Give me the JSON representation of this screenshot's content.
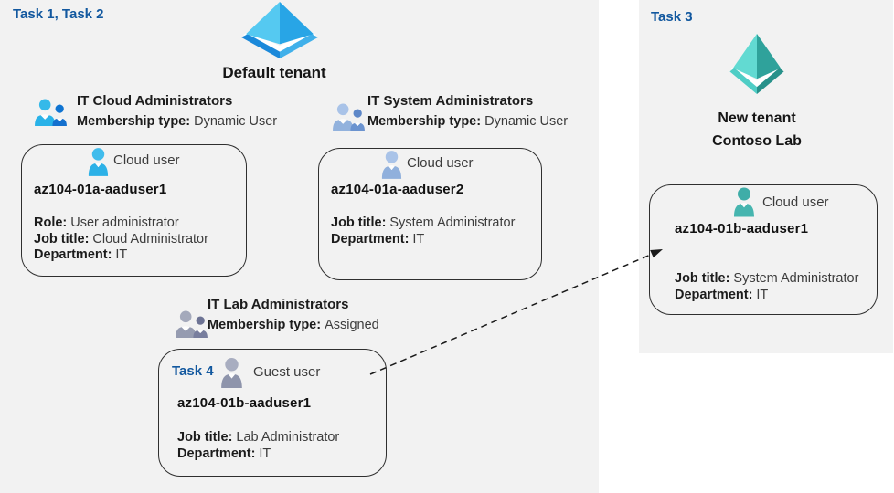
{
  "colors": {
    "panel_bg": "#f2f2f2",
    "task_label_blue": "#12589f",
    "text_dark": "#1c1c1c",
    "text_body": "#3c3c3c",
    "azure_tenant_icon_blue": [
      "#55c9f1",
      "#28a5e6",
      "#1b89da",
      "#40b0ea"
    ],
    "azure_tenant_icon_teal": [
      "#62dad2",
      "#2fa29b",
      "#4fcdc5",
      "#27918a"
    ],
    "cloud_user_blue": "#2cb1e7",
    "cloud_user_steel": "#90b0dc",
    "guest_user_gray": "#8e94ab",
    "cloud_user_teal": "#46b5af"
  },
  "icons": {
    "default_tenant": "azure-tenant-diamond-icon",
    "new_tenant": "azure-tenant-diamond-icon",
    "group": "two-users-group-icon",
    "user": "person-icon"
  },
  "connector": {
    "style": "dashed-arrow",
    "from": "guest-user-card",
    "to": "new-tenant-cloud-user-card"
  },
  "left_panel": {
    "task_label": "Task 1, Task 2",
    "tenant_name": "Default tenant",
    "groups": [
      {
        "name": "IT Cloud Administrators",
        "membership_label": "Membership type:",
        "membership_value": "Dynamic User"
      },
      {
        "name": "IT System Administrators",
        "membership_label": "Membership type:",
        "membership_value": "Dynamic User"
      },
      {
        "name": "IT Lab Administrators",
        "membership_label": "Membership type:",
        "membership_value": "Assigned"
      }
    ],
    "cards": [
      {
        "user_type": "Cloud user",
        "name": "az104-01a-aaduser1",
        "fields": [
          {
            "label": "Role:",
            "value": "User administrator"
          },
          {
            "label": "Job title:",
            "value": "Cloud Administrator"
          },
          {
            "label": "Department:",
            "value": "IT"
          }
        ]
      },
      {
        "user_type": "Cloud user",
        "name": "az104-01a-aaduser2",
        "fields": [
          {
            "label": "Job title:",
            "value": "System Administrator"
          },
          {
            "label": "Department:",
            "value": "IT"
          }
        ]
      },
      {
        "task_label": "Task 4",
        "user_type": "Guest user",
        "name": "az104-01b-aaduser1",
        "fields": [
          {
            "label": "Job title:",
            "value": "Lab Administrator"
          },
          {
            "label": "Department:",
            "value": "IT"
          }
        ]
      }
    ]
  },
  "right_panel": {
    "task_label": "Task 3",
    "tenant_name_line1": "New tenant",
    "tenant_name_line2": "Contoso Lab",
    "card": {
      "user_type": "Cloud user",
      "name": "az104-01b-aaduser1",
      "fields": [
        {
          "label": "Job title:",
          "value": "System Administrator"
        },
        {
          "label": "Department:",
          "value": "IT"
        }
      ]
    }
  }
}
